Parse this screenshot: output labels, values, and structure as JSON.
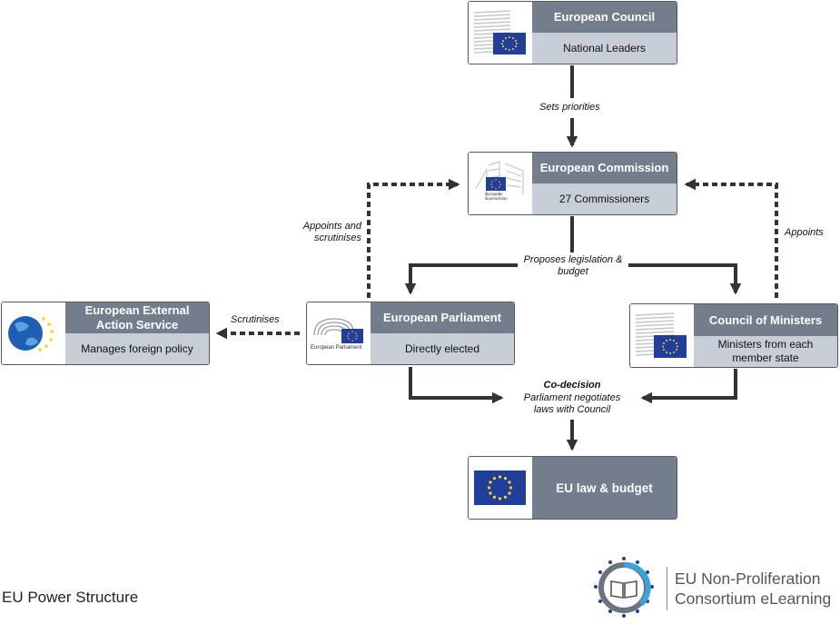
{
  "nodes": {
    "council": {
      "title": "European Council",
      "subtitle": "National Leaders"
    },
    "commission": {
      "title": "European Commission",
      "subtitle": "27 Commissioners",
      "logo_text": "European Commission"
    },
    "eeas": {
      "title": "European External Action Service",
      "subtitle": "Manages foreign policy"
    },
    "parliament": {
      "title": "European Parliament",
      "subtitle": "Directly elected",
      "logo_text": "European Parliament"
    },
    "ministers": {
      "title": "Council of Ministers",
      "subtitle": "Ministers from each member state"
    },
    "law": {
      "title": "EU law & budget"
    }
  },
  "edges": {
    "sets_priorities": "Sets priorities",
    "appoints_scrutinises": "Appoints and scrutinises",
    "appoints": "Appoints",
    "proposes": "Proposes legislation & budget",
    "scrutinises": "Scrutinises",
    "codecision_title": "Co-decision",
    "codecision_text": "Parliament negotiates laws with Council"
  },
  "footer": {
    "left": "EU Power Structure",
    "brand_line1": "EU Non-Proliferation",
    "brand_line2": "Consortium eLearning"
  },
  "colors": {
    "eu_blue": "#1f3f9a",
    "eu_gold": "#ffd21f",
    "header_gray": "#737d8c",
    "sub_gray": "#c8ced8",
    "arrow": "#333333",
    "ring_blue": "#3aa3dd"
  }
}
